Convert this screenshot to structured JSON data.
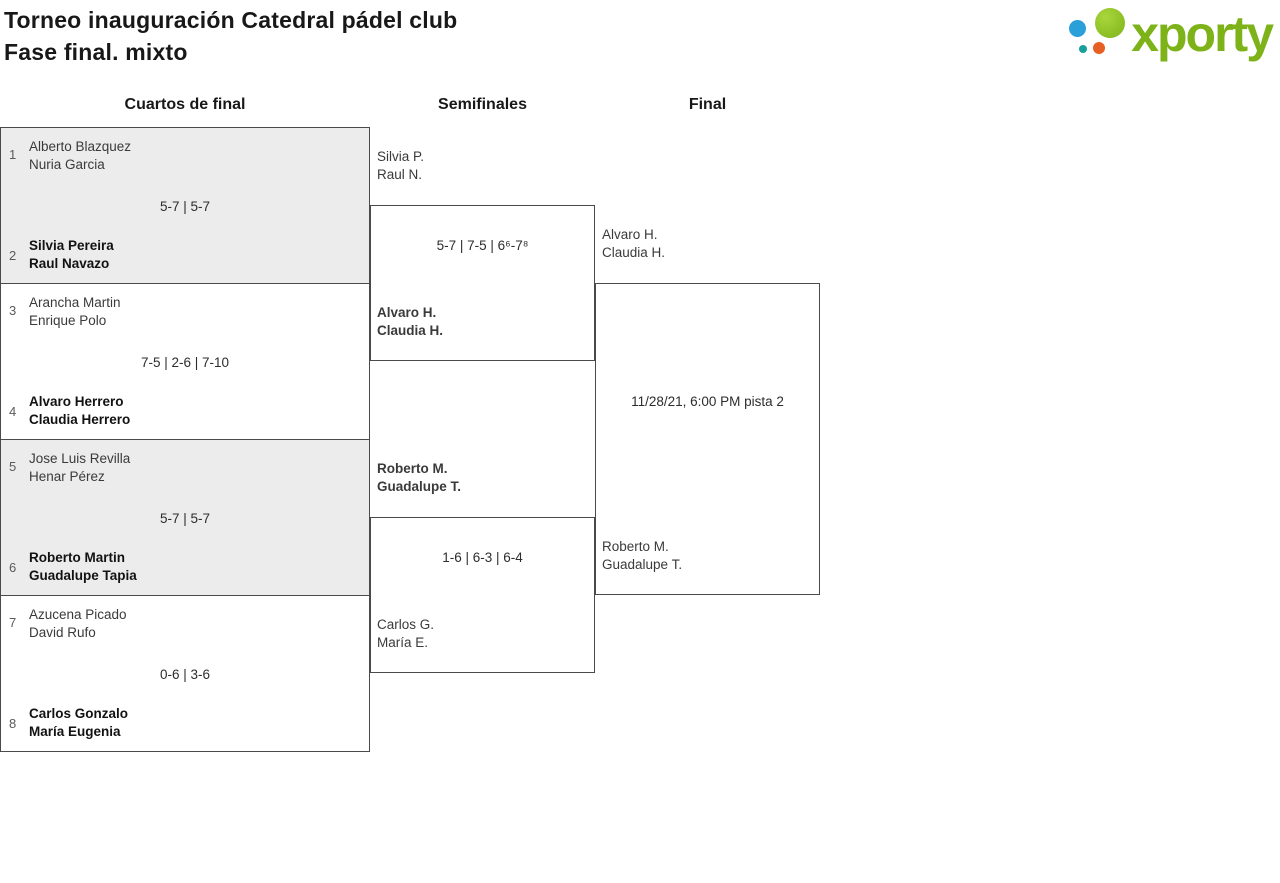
{
  "header": {
    "title_line1": "Torneo inauguración Catedral pádel club",
    "title_line2": "Fase final. mixto"
  },
  "logo": {
    "wordmark": "xporty",
    "brand_green": "#7db319",
    "dot_colors": {
      "green": "#8dc21f",
      "blue": "#2b9fd8",
      "orange": "#e85f24",
      "teal": "#17a09b"
    }
  },
  "round_headers": {
    "quarterfinals": "Cuartos de final",
    "semifinals": "Semifinales",
    "final": "Final"
  },
  "bracket": {
    "quarterfinals": [
      {
        "seed_top": "1",
        "team_top_line1": "Alberto Blazquez",
        "team_top_line2": "Nuria Garcia",
        "team_top_winner": false,
        "score": "5-7 | 5-7",
        "seed_bottom": "2",
        "team_bottom_line1": "Silvia Pereira",
        "team_bottom_line2": "Raul Navazo",
        "team_bottom_winner": true
      },
      {
        "seed_top": "3",
        "team_top_line1": "Arancha Martin",
        "team_top_line2": "Enrique Polo",
        "team_top_winner": false,
        "score": "7-5 | 2-6 | 7-10",
        "seed_bottom": "4",
        "team_bottom_line1": "Alvaro Herrero",
        "team_bottom_line2": "Claudia Herrero",
        "team_bottom_winner": true
      },
      {
        "seed_top": "5",
        "team_top_line1": "Jose Luis Revilla",
        "team_top_line2": "Henar Pérez",
        "team_top_winner": false,
        "score": "5-7 | 5-7",
        "seed_bottom": "6",
        "team_bottom_line1": "Roberto Martin",
        "team_bottom_line2": "Guadalupe Tapia",
        "team_bottom_winner": true
      },
      {
        "seed_top": "7",
        "team_top_line1": "Azucena Picado",
        "team_top_line2": "David Rufo",
        "team_top_winner": false,
        "score": "0-6 | 3-6",
        "seed_bottom": "8",
        "team_bottom_line1": "Carlos Gonzalo",
        "team_bottom_line2": "María Eugenia",
        "team_bottom_winner": true
      }
    ],
    "semifinals": [
      {
        "team_top_line1": "Silvia P.",
        "team_top_line2": "Raul N.",
        "team_top_winner": false,
        "score": "5-7 | 7-5 | 6⁶-7⁸",
        "team_bottom_line1": "Alvaro H.",
        "team_bottom_line2": "Claudia H.",
        "team_bottom_winner": true
      },
      {
        "team_top_line1": "Roberto M.",
        "team_top_line2": "Guadalupe T.",
        "team_top_winner": true,
        "score": "1-6 | 6-3 | 6-4",
        "team_bottom_line1": "Carlos G.",
        "team_bottom_line2": "María E.",
        "team_bottom_winner": false
      }
    ],
    "final": {
      "team_top_line1": "Alvaro H.",
      "team_top_line2": "Claudia H.",
      "team_top_winner": false,
      "team_bottom_line1": "Roberto M.",
      "team_bottom_line2": "Guadalupe T.",
      "team_bottom_winner": false,
      "match_info": "11/28/21, 6:00 PM pista 2"
    }
  }
}
